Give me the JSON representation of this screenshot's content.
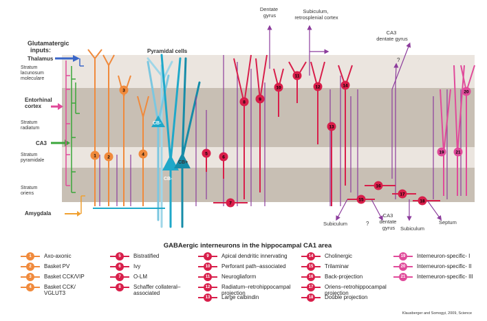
{
  "inputs": {
    "title_line1": "Glutamatergic",
    "title_line2": "inputs:",
    "thalamus": "Thalamus",
    "entorhinal_line1": "Entorhinal",
    "entorhinal_line2": "cortex",
    "ca3": "CA3",
    "amygdala": "Amygdala"
  },
  "strata": {
    "lacunosum": [
      "Stratum",
      "lacunosum",
      "moleculare"
    ],
    "radiatum": [
      "Stratum",
      "radiatum"
    ],
    "pyramidale": [
      "Stratum",
      "pyramidale"
    ],
    "oriens": [
      "Stratum",
      "oriens"
    ]
  },
  "pyramidal_label": "Pyramidal cells",
  "cell_markers": {
    "cb_minus_top": "CB-",
    "cb_plus": "CB+",
    "cb_minus_bottom": "CB-"
  },
  "targets": {
    "dentate_line1": "Dentate",
    "dentate_line2": "gyrus",
    "subiculum_top_line1": "Subiculum,",
    "subiculum_top_line2": "retrosplenial cortex",
    "ca3_dg_line1": "CA3",
    "ca3_dg_line2": "dentate gyrus",
    "question_top": "?",
    "subiculum_left": "Subiculum",
    "question_bottom": "?",
    "ca3_dg_bottom_line1": "CA3",
    "ca3_dg_bottom_line2": "dentate",
    "ca3_dg_bottom_line3": "gyrus",
    "subiculum_right": "Subiculum",
    "septum": "Septum"
  },
  "cell_numbers": [
    "1",
    "2",
    "3",
    "4",
    "5",
    "6",
    "7",
    "8",
    "9",
    "10",
    "11",
    "12",
    "13",
    "14",
    "15",
    "16",
    "17",
    "18",
    "19",
    "20",
    "21"
  ],
  "colors": {
    "orange": "#f08a3c",
    "red": "#d81e4a",
    "pink": "#e04a9a",
    "cyan": "#1fa8c9",
    "purple": "#8c3c9c",
    "green": "#3aa63a",
    "blue": "#3a66c8",
    "band_dark": "#c8bfb4",
    "band_light": "#ebe5df"
  },
  "legend": {
    "title": "GABAergic interneurons in the hippocampal CA1 area",
    "items": [
      {
        "num": "1",
        "label": "Axo-axonic",
        "color": "#f08a3c"
      },
      {
        "num": "2",
        "label": "Basket PV",
        "color": "#f08a3c"
      },
      {
        "num": "3",
        "label": "Basket CCK/VIP",
        "color": "#f08a3c"
      },
      {
        "num": "4",
        "label": "Basket CCK/\nVGLUT3",
        "color": "#f08a3c"
      },
      {
        "num": "5",
        "label": "Bistratified",
        "color": "#d81e4a"
      },
      {
        "num": "6",
        "label": "Ivy",
        "color": "#d81e4a"
      },
      {
        "num": "7",
        "label": "O-LM",
        "color": "#d81e4a"
      },
      {
        "num": "8",
        "label": "Schaffer collateral–\nassociated",
        "color": "#d81e4a"
      },
      {
        "num": "9",
        "label": "Apical dendritic innervating",
        "color": "#d81e4a"
      },
      {
        "num": "10",
        "label": "Perforant path–associated",
        "color": "#d81e4a"
      },
      {
        "num": "11",
        "label": "Neurogliaform",
        "color": "#d81e4a"
      },
      {
        "num": "12",
        "label": "Radiatum–retrohippocampal\nprojection",
        "color": "#d81e4a"
      },
      {
        "num": "13",
        "label": "Large calbindin",
        "color": "#d81e4a"
      },
      {
        "num": "14",
        "label": "Cholinergic",
        "color": "#d81e4a"
      },
      {
        "num": "15",
        "label": "Trilaminar",
        "color": "#d81e4a"
      },
      {
        "num": "16",
        "label": "Back-projection",
        "color": "#d81e4a"
      },
      {
        "num": "17",
        "label": "Oriens–retrohippocampal\nprojection",
        "color": "#d81e4a"
      },
      {
        "num": "18",
        "label": "Double projection",
        "color": "#d81e4a"
      },
      {
        "num": "19",
        "label": "Interneuron-specific- I",
        "color": "#e04a9a"
      },
      {
        "num": "20",
        "label": "Interneuron-specific- II",
        "color": "#e04a9a"
      },
      {
        "num": "21",
        "label": "Interneuron-specific- III",
        "color": "#e04a9a"
      }
    ]
  },
  "credit": "Klausberger and Somogyi, 2009, Science"
}
